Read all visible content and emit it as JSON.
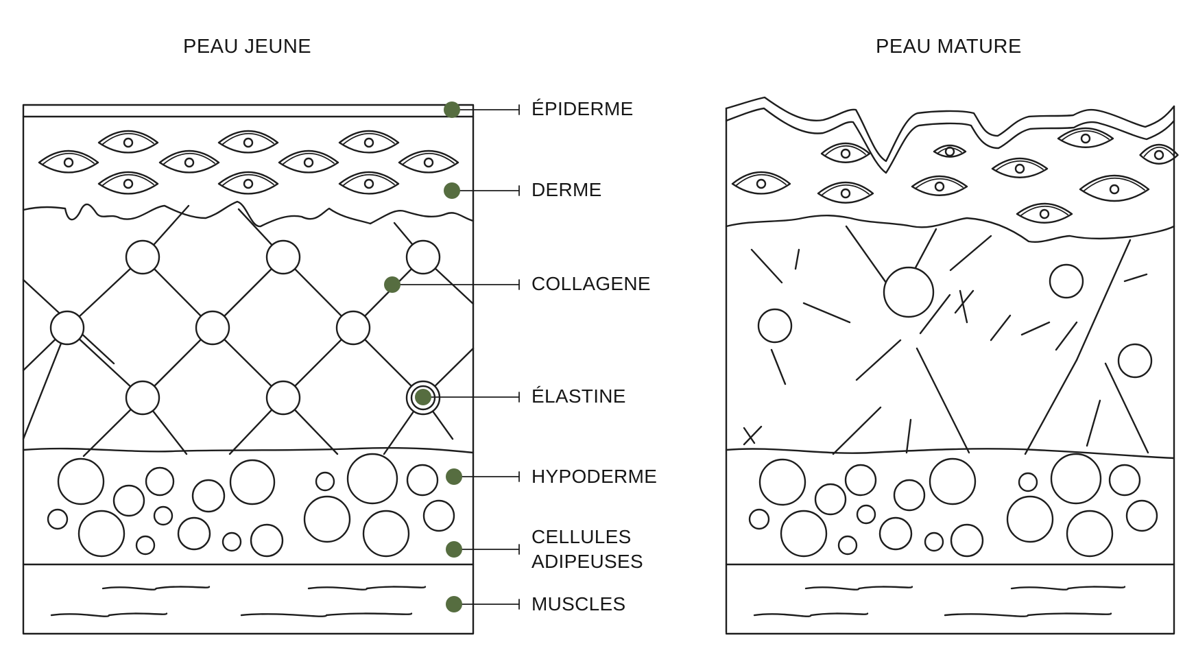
{
  "panels": {
    "young": {
      "title": "PEAU JEUNE"
    },
    "mature": {
      "title": "PEAU MATURE"
    }
  },
  "labels": [
    {
      "id": "epiderme",
      "text": "ÉPIDERME"
    },
    {
      "id": "derme",
      "text": "DERME"
    },
    {
      "id": "collagene",
      "text": "COLLAGENE"
    },
    {
      "id": "elastine",
      "text": "ÉLASTINE"
    },
    {
      "id": "hypoderme",
      "text": "HYPODERME"
    },
    {
      "id": "cellules",
      "text": "CELLULES\nADIPEUSES"
    },
    {
      "id": "muscles",
      "text": "MUSCLES"
    }
  ],
  "colors": {
    "marker": "#566d40",
    "ink": "#1d1d1d",
    "background": "#ffffff"
  }
}
